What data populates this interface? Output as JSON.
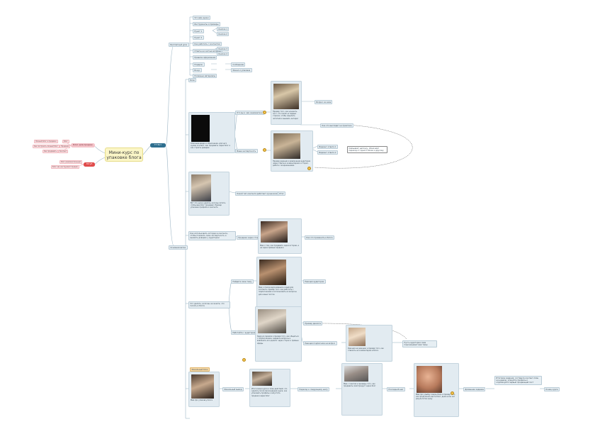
{
  "map": {
    "root_title": "Мини-курс по упаковке блога",
    "node_tg": "ТГ Бот",
    "node_blog_target": "Блог для продаж",
    "node_yout": "Ютуб",
    "pink_items": [
      "Личный блог и продажи",
      "Блог",
      "Как построить личный блог",
      "Продажи",
      "Как продавать",
      "Контент"
    ],
    "yout_items": [
      "Блог развлекательный",
      "Блог как инструмент продаж"
    ],
    "tg_top": "Бесплатный урок",
    "upper_list": [
      "Что вам нужно",
      "Инструменты и примеры",
      "Пункт 1",
      "Пункт 2",
      "Как работать с контентом",
      "Ответы на частые вопросы",
      "Правила оформления",
      "Подарок",
      "Бонус",
      "Полезные материалы",
      "Сообщение",
      "Финал и упаковка"
    ],
    "small_right": [
      "Кнопка 1",
      "Кнопка 2",
      "Кнопка 3",
      "Кнопка 4"
    ],
    "mid_label": "Основная ветка",
    "section_top": "Блок",
    "gif_caption": "Описание видео и объяснение, для чего нужен контент, как продавать через блог и как строить доверие",
    "branch1": "Кто вы и чем занимаетесь",
    "branch1b": "Ваша экспертность",
    "gif1_caption": "Пример того, как начинать пост, что писать в первых строках, чтобы зацепить читателя и вызвать интерес",
    "gif1_note": "Вопрос из зала",
    "link_text": "Как это выглядит на практике",
    "gif2_caption": "Пример реакции и вовлечения аудитории через ответы в комментариях и сторис, работа с возражениями",
    "gif2_note1": "Вариант ответа 1",
    "gif2_note2": "Вариант ответа 2",
    "callout": "Связывает цепочку, объясняет переход от одного блока к другому",
    "sec2_caption": "Вот что нужно делать, если вы хотите, чтобы ваш блог продавал. Пример упаковки профиля и контента",
    "sec2_branch": "Какой тип контента работает лучше всего",
    "sec2_end": "Итог",
    "sec3_text": "Как использовать истории в контенте, чтобы показать свою экспертность и вызвать доверие у аудитории",
    "sec3_branch": "Продажа через сторис",
    "sec3_caption": "Мем о том, как продавать через истории, а не через прямые продажи",
    "sec3_end": "Как это применить в блоге",
    "sec4_text": "Что делать, если вы не знаете, что писать в блоге",
    "sec4_branch1": "Найдите свою тему",
    "sec4_caption1": "Мем о поиске вдохновения и идей для контента, пример того, как работать с подписчиками и использовать их вопросы для новых постов",
    "sec4_end1": "Реакция аудитории",
    "sec4_branch2": "Работайте с аудиторией",
    "sec4_caption2": "Кадр из сериала и пример того, как общаться с подписчиками, задавать вопросы и вовлекать их в диалог через сторис и прямые эфиры",
    "sec4_note1": "Пример диалога",
    "sec4_note2": "Реакция подписчика на вопрос",
    "sec4_caption3": "Реакция на реакцию и пример того, как отвечать на комментарии в блоге",
    "sec4_side": "Пусть аудитория сама подсказывает вам темы",
    "sec5_badge": "Финальный блок",
    "sec5_caption": "Мем про упаковку блога",
    "sec5_branch": "Финальный вывод",
    "sec5_text": "Итоги мини-курса и план действий: что сделать после прохождения курса, как упаковать профиль и запустить продажи через блог",
    "sec5_branch2": "Переход к следующему шагу",
    "sec5_caption2": "Мем с газетой и примеры того, как продавать свой продукт через блог",
    "sec5_branch3": "Последний шаг",
    "sec5_caption3": "Мем про улыбку сквозь боль и пример того, как продолжать вести блог, даже если нет результатов сразу",
    "sec5_branch4": "Домашнее задание",
    "sec5_final": "Итоговое задание: составьте контент-план на неделю, упакуйте профиль и опубликуйте первый продающий пост",
    "sec5_end": "Конец курса"
  },
  "colors": {
    "line": "#9fb7c6",
    "root_fill": "#fbf6c7",
    "tg": "#2f6f8f",
    "pink": "#e26b78",
    "red": "#e04b4b",
    "card": "#e2ebf1"
  },
  "icons": [
    "emoji-icon",
    "photo-thumbnail"
  ]
}
